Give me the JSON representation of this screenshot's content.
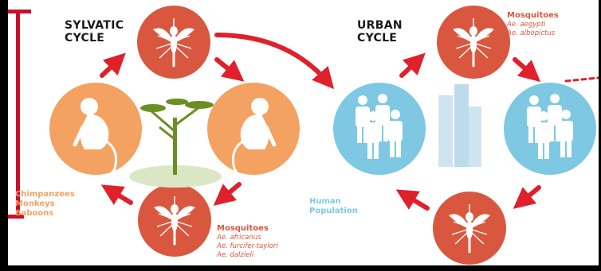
{
  "sylvatic": {
    "title_line1": "SYLVATIC",
    "title_line2": "CYCLE",
    "hosts": [
      "Chimpanzees",
      "Monkeys",
      "Baboons"
    ],
    "mosquito_title": "Mosquitoes",
    "mosquitoes": [
      "Ae. africanus",
      "Ae. furcifer-taylori",
      "Ae. dalzieli"
    ]
  },
  "urban": {
    "title_line1": "URBAN",
    "title_line2": "CYCLE",
    "host_line1": "Human",
    "host_line2": "Population",
    "mosquito_title": "Mosquitoes",
    "mosquitoes": [
      "Ae. aegypti",
      "Ae. albopictus"
    ]
  },
  "colors": {
    "mosquito_circle": "#d9573f",
    "primate_circle": "#f4a261",
    "human_circle": "#7ec8e3",
    "arrow": "#e0202a",
    "frame_accent": "#c8102e"
  },
  "icons": [
    "mosquito-icon",
    "monkey-icon",
    "tree-icon",
    "people-icon",
    "city-icon"
  ]
}
